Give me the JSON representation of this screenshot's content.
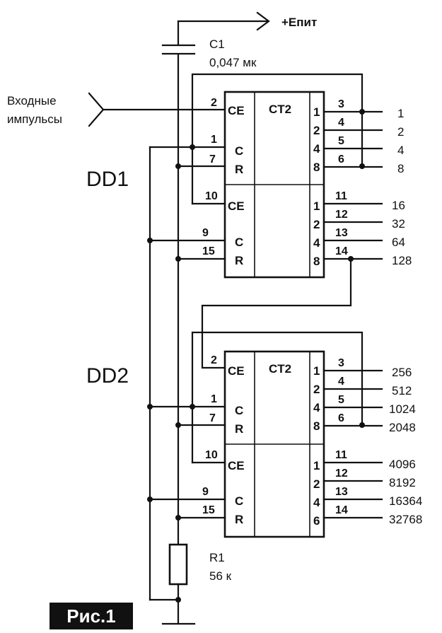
{
  "power_label": "+Eпит",
  "c1": {
    "name": "C1",
    "value": "0,047 мк"
  },
  "r1": {
    "name": "R1",
    "value": "56 к"
  },
  "input_label": [
    "Входные",
    "импульсы"
  ],
  "dd1": {
    "name": "DD1",
    "title": "CT2",
    "top_pins_left": [
      "2",
      "1",
      "7"
    ],
    "top_funcs": [
      "CE",
      "C",
      "R"
    ],
    "top_weights": [
      "1",
      "2",
      "4",
      "8"
    ],
    "top_pins_right": [
      "3",
      "4",
      "5",
      "6"
    ],
    "bot_pins_left": [
      "10",
      "9",
      "15"
    ],
    "bot_funcs": [
      "CE",
      "C",
      "R"
    ],
    "bot_weights": [
      "1",
      "2",
      "4",
      "8"
    ],
    "bot_pins_right": [
      "11",
      "12",
      "13",
      "14"
    ],
    "outputs": [
      "1",
      "2",
      "4",
      "8",
      "16",
      "32",
      "64",
      "128"
    ]
  },
  "dd2": {
    "name": "DD2",
    "title": "CT2",
    "top_pins_left": [
      "2",
      "1",
      "7"
    ],
    "top_funcs": [
      "CE",
      "C",
      "R"
    ],
    "top_weights": [
      "1",
      "2",
      "4",
      "8"
    ],
    "top_pins_right": [
      "3",
      "4",
      "5",
      "6"
    ],
    "bot_pins_left": [
      "10",
      "9",
      "15"
    ],
    "bot_funcs": [
      "CE",
      "C",
      "R"
    ],
    "bot_weights": [
      "1",
      "2",
      "4",
      "6"
    ],
    "bot_pins_right": [
      "11",
      "12",
      "13",
      "14"
    ],
    "outputs": [
      "256",
      "512",
      "1024",
      "2048",
      "4096",
      "8192",
      "16364",
      "32768"
    ]
  },
  "figure_label": "Рис.1"
}
